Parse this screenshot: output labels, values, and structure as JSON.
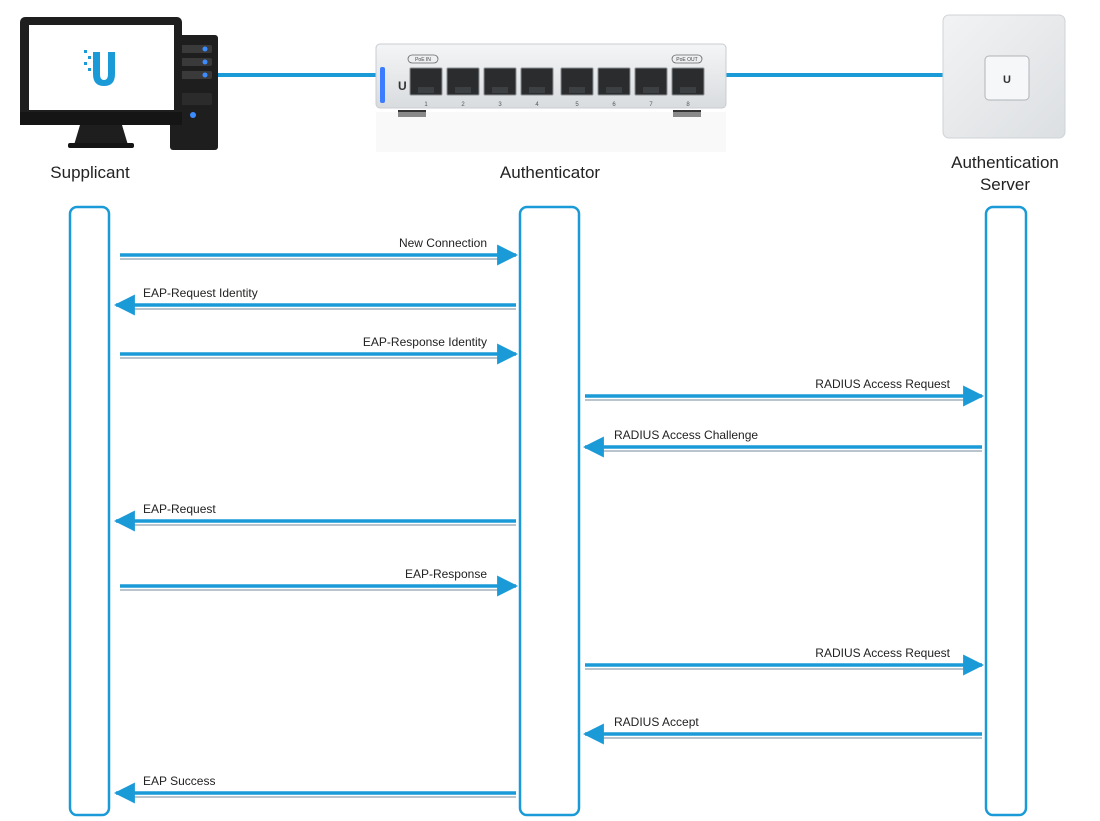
{
  "entities": {
    "supplicant": "Supplicant",
    "authenticator": "Authenticator",
    "server": "Authentication Server"
  },
  "device_labels": {
    "poe_in": "PoE IN",
    "poe_out": "PoE OUT",
    "ports": [
      "1",
      "2",
      "3",
      "4",
      "5",
      "6",
      "7",
      "8"
    ]
  },
  "messages": [
    {
      "text": "New Connection",
      "from": "supplicant",
      "to": "authenticator"
    },
    {
      "text": "EAP-Request Identity",
      "from": "authenticator",
      "to": "supplicant"
    },
    {
      "text": "EAP-Response Identity",
      "from": "supplicant",
      "to": "authenticator"
    },
    {
      "text": "RADIUS Access Request",
      "from": "authenticator",
      "to": "server"
    },
    {
      "text": "RADIUS Access Challenge",
      "from": "server",
      "to": "authenticator"
    },
    {
      "text": "EAP-Request",
      "from": "authenticator",
      "to": "supplicant"
    },
    {
      "text": "EAP-Response",
      "from": "supplicant",
      "to": "authenticator"
    },
    {
      "text": "RADIUS Access Request",
      "from": "authenticator",
      "to": "server"
    },
    {
      "text": "RADIUS Accept",
      "from": "server",
      "to": "authenticator"
    },
    {
      "text": "EAP Success",
      "from": "authenticator",
      "to": "supplicant"
    }
  ],
  "colors": {
    "accent": "#1a9bd7",
    "lifeline_border": "#1a9bd7",
    "arrow_shadow": "#b9c4cc",
    "device_dark": "#1e1e1e",
    "switch_body": "#e8eaec"
  }
}
